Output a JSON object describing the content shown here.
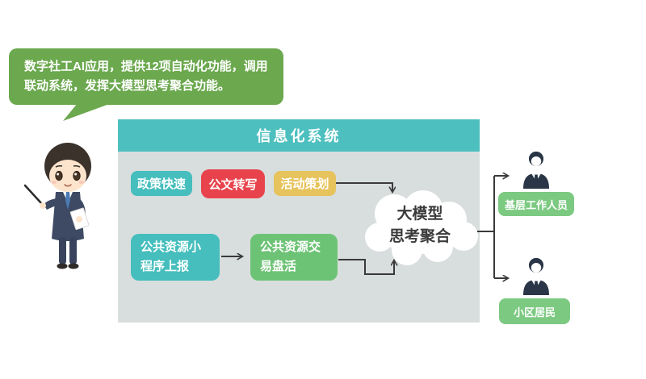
{
  "speech_bubble": {
    "text": "数字社工AI应用，提供12项自动化功能，调用联动系统，发挥大模型思考聚合功能。",
    "bg": "#6BA84E",
    "text_color": "#FFFFFF"
  },
  "system_panel": {
    "title": "信息化系统",
    "header_bg": "#4DBFBF",
    "body_bg": "#D8DEDD",
    "function_buttons": [
      {
        "label": "政策快速",
        "bg": "#45BEBD"
      },
      {
        "label": "公文转写",
        "bg": "#E8434C"
      },
      {
        "label": "活动策划",
        "bg": "#E6C35C"
      }
    ],
    "process_boxes": [
      {
        "label": "公共资源小程序上报",
        "bg": "#45BEBD"
      },
      {
        "label": "公共资源交易盘活",
        "bg": "#6DC375"
      }
    ],
    "cloud": {
      "line1": "大模型",
      "line2": "思考聚合",
      "bg": "#FFFFFF",
      "text_color": "#3B3B3B"
    }
  },
  "recipients": [
    {
      "label": "基层工作人员",
      "bg": "#7CC981",
      "icon": "person-icon"
    },
    {
      "label": "小区居民",
      "bg": "#7CC981",
      "icon": "person-icon"
    }
  ],
  "connector_color": "#3A3A3A"
}
